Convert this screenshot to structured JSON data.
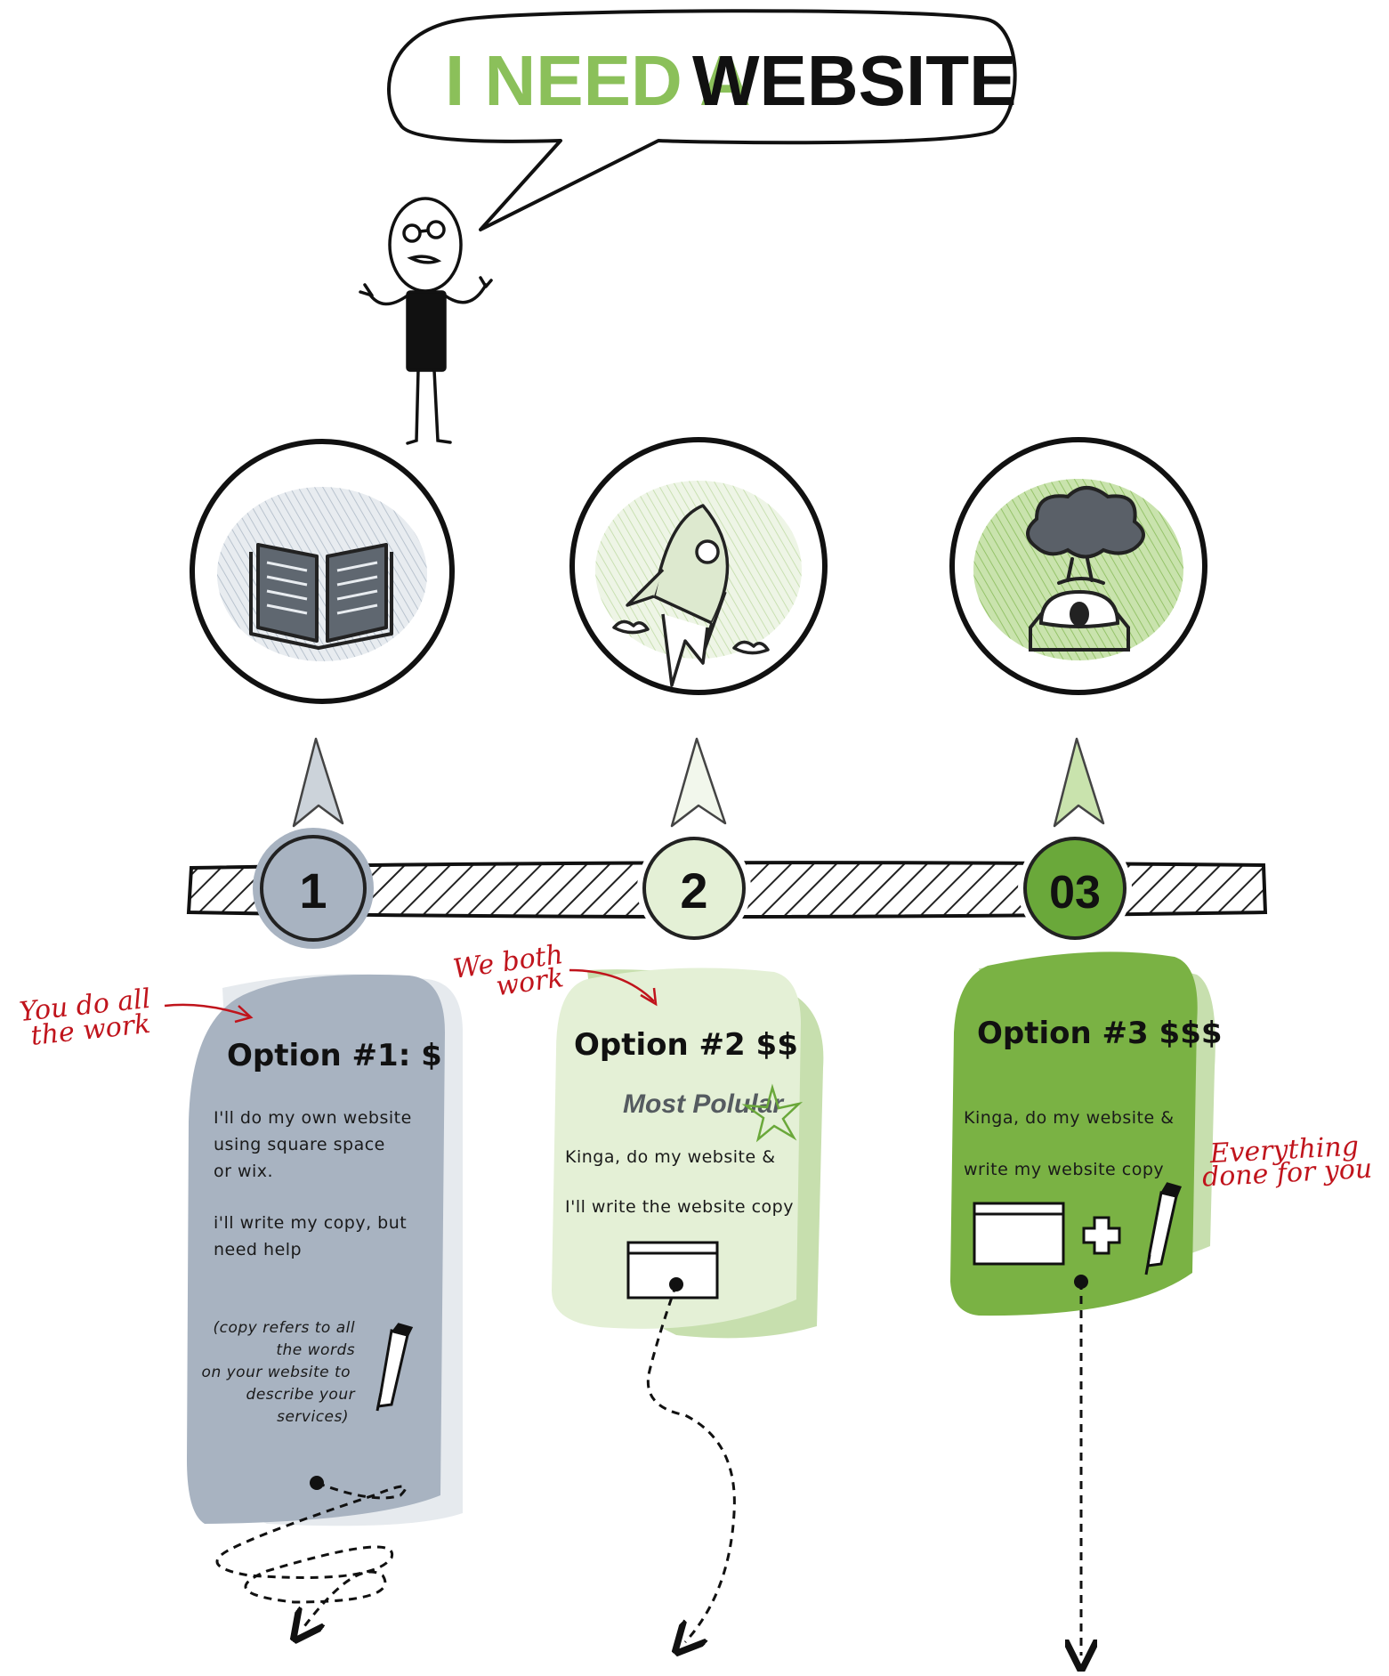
{
  "header": {
    "title_part1": "I NEED A",
    "title_part2": "WEBSITE"
  },
  "steps": [
    {
      "number": "1"
    },
    {
      "number": "2"
    },
    {
      "number": "03"
    }
  ],
  "options": [
    {
      "title": "Option #1: $",
      "lines": [
        "I'll do my own website",
        "using square space",
        "or wix.",
        "",
        "i'll write my copy, but",
        "need help"
      ],
      "footnote": [
        "(copy refers to all",
        "the words",
        "on your website to",
        "describe your",
        "services)"
      ],
      "note": [
        "You do all",
        "the work"
      ],
      "color": "#a8b3c1"
    },
    {
      "title": "Option #2 $$",
      "badge": "Most Polular",
      "lines": [
        "Kinga, do my website &",
        "",
        "I'll write the website copy"
      ],
      "note": [
        "We both",
        "work"
      ],
      "color": "#e4f0d6"
    },
    {
      "title": "Option #3 $$$",
      "lines": [
        "Kinga, do my website &",
        "",
        "write my website copy"
      ],
      "note": [
        "Everything",
        "done for you"
      ],
      "color": "#7ab244"
    }
  ],
  "icons": [
    "book-icon",
    "rocket-icon",
    "mind-blown-icon",
    "browser-window-icon",
    "pen-icon",
    "plus-icon",
    "star-icon"
  ],
  "colors": {
    "accent_green": "#8bc05a",
    "dark_green": "#6aa83a",
    "slate": "#a8b3c1",
    "note_red": "#c0141c"
  }
}
